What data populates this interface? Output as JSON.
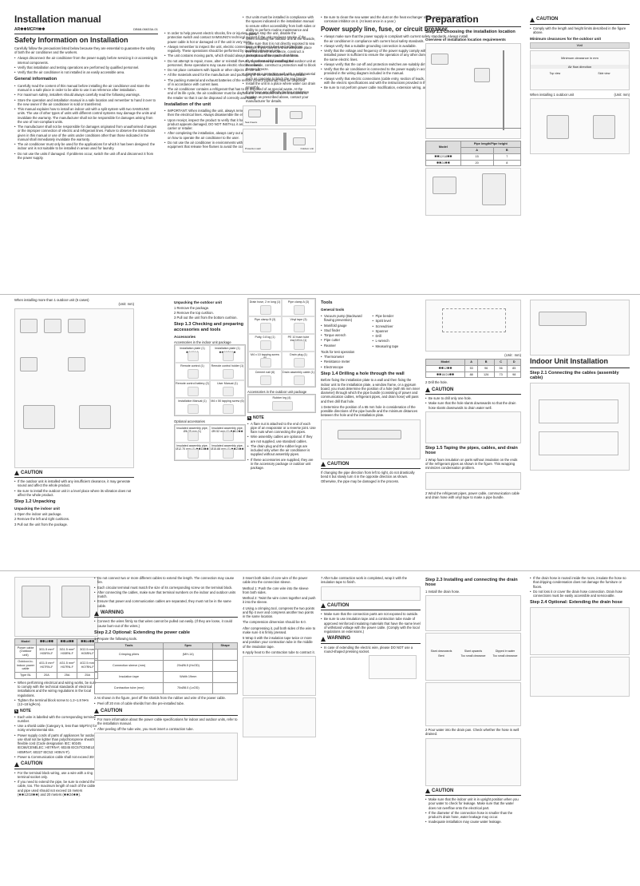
{
  "header": {
    "title": "Installation manual",
    "model": "AR✱✱MCFH✱✱",
    "code": "DB68-06633A-01"
  },
  "safety": {
    "title": "Safety Information on Installation",
    "intro": "Carefully follow the precautions listed below because they are essential to guarantee the safety of both the air conditioner and the workers.",
    "bullets": [
      "Always disconnect the air conditioner from the power supply before servicing it or accessing its internal components.",
      "Verify that installation and testing operations are performed by qualified personnel.",
      "Verify that the air conditioner is not installed in an easily accessible area."
    ],
    "general_title": "General information",
    "general": [
      "Carefully read the content of this manual before installing the air conditioner and store the manual in a safe place in order to be able to use it as reference after installation.",
      "For maximum safety, installers should always carefully read the following warnings.",
      "Store the operation and installation manual in a safe location and remember to hand it over to the new owner if the air conditioner is sold or transferred.",
      "This manual explains how to install an indoor unit with a split system with two SAMSUNG units. The use of other types of units with different control systems may damage the units and invalidate the warranty. The manufacturer shall not be responsible for damages arising from the use of non-compliant units.",
      "The manufacturer shall not be responsible for damages originated from unauthorised changes or the improper connection of electric and refrigerant lines. Failure to observe the instructions given in this manual or use of the units under conditions other than those indicated in the manual shall immediately invalidate the warranty.",
      "The air conditioner must only be used for the applications for which it has been designed: the indoor unit is not suitable to be installed in areas used for laundry.",
      "Do not use the units if damaged. If problems occur, switch the unit off and disconnect it from the power supply."
    ],
    "col2": [
      "In order to help prevent electric shocks, fire or injuries, always stop the unit, disable the protection switch and contact SAMSUNG's technical support if the unit produces smoke, if the power cable is hot or damaged or if the unit is very noisy.",
      "Always remember to inspect the unit, electric connections, refrigerant tubes and protections regularly. These operations should be performed by qualified personnel only.",
      "The unit contains moving parts, which should always be kept out of the reach of children.",
      "Do not attempt to repair, move, alter or reinstall the unit. If performed by unauthorized personnel, these operations may cause electric shocks or fires.",
      "Do not place containers with liquids or other objects on the unit.",
      "All the materials used for the manufacture and packaging of the air conditioner are recyclable.",
      "The packing material and exhaust batteries of the remote control (optional) must be disposed of in accordance with current laws.",
      "The air conditioner contains a refrigerant that has to be disposed of as special waste. At the end of its life cycle, the air conditioner must be disposed of in authorized centers or returned to the retailer so that it can be disposed of correctly and safely."
    ],
    "install_title": "Installation of the unit",
    "install": [
      "IMPORTANT: When installing the unit, always remember to connect first the refrigerant tubes, then the electrical lines. Always disassemble the electric lines before the refrigerant tubes.",
      "Upon receipt, inspect the product to verify that it has not been damaged during transport. If the product appears damaged, DO NOT INSTALL it and immediately report the damage to the carrier or retailer.",
      "After completing the installation, always carry out a functional test and provide the instructions on how to operate the air conditioner to the user.",
      "Do not use the air conditioner in environments with hazardous substances or close to equipment that release free flames to avoid the occurrence of fires, explosions or injuries."
    ],
    "col3": [
      "Our units must be installed in compliance with the spaces indicated in the installation manual to ensure either accessibility from both sides or ability to perform routine maintenance and repairs.",
      "When installing the outdoor unit at the seaside, make sure that it is not directly exposed to sea breeze. If you cannot find an adequate place free from direct sea breeze, construct a protection wall or a protective fence.",
      "If you cannot avoid installing the outdoor unit at the seaside, construct a protection wall to block the sea breeze.",
      "Construct a protection wall with a solid material such as concrete to block the sea breeze.",
      "Install the unit in a place where water can drain smoothly.",
      "If you have any difficulty finding installation location as prescribed above, contact your manufacturer for details."
    ],
    "col4_intro": "Be sure to clean the sea water and the dust on the heat exchanger of the outdoor unit and apply a corrosion inhibitor on it. (At least once in a year.)",
    "power_title": "Power supply line, fuse, or circuit breaker",
    "power": [
      "Always make sure that the power supply is compliant with current safety standards. Always install the air conditioner in compliance with current local safety standards.",
      "Always verify that a suitable grounding connection is available.",
      "Verify that the voltage and frequency of the power supply comply with the specifications and that the installed power is sufficient to ensure the operation of any other domestic appliance connected to the same electric lines.",
      "Always verify that the cut-off and protection switches are suitably dimensioned.",
      "Verify that the air conditioner is connected to the power supply in accordance with the instructions provided in the wiring diagram included in the manual.",
      "Always verify that electric connections (cable entry, section of leads, protections...) are compliant with the electric specifications and with the instructions provided in the wiring scheme.",
      "Be sure to not perform power cable modification, extension wiring, and multiple wire connection."
    ],
    "fig_labels": {
      "seabreeze": "Sea breeze",
      "protection": "Protection wall",
      "outdoor": "Outdoor unit"
    }
  },
  "prep": {
    "title": "Preparation",
    "step": "Step 1.1 Choosing the installation location",
    "overview": "Overview of installation location requirements",
    "caution_label": "CAUTION",
    "caution_text": "Comply with the length and height limits described in the figure above.",
    "min_clear": "Minimum clearances for the outdoor unit",
    "wall": "Wall",
    "min": "Minimum clearance in mm",
    "air": "Air flow direction",
    "top": "Top view",
    "side": "Side view",
    "when1": "When installing 1 outdoor unit",
    "unit_mm": "(Unit: mm)",
    "pipe_model": "Model",
    "pipe_len": "Pipe length/Pipe height",
    "pipe_rows": [
      [
        "✱✱12/18✱✱",
        "15",
        "7"
      ],
      [
        "✱✱24✱✱",
        "20",
        "8"
      ]
    ],
    "unit_m": "(Unit : m)"
  },
  "row2": {
    "when2": "When installing more than 1 outdoor unit (5 cases)",
    "unit_mm": "(Unit: mm)",
    "unpack_title": "Unpacking the outdoor unit",
    "unpack": [
      "1  Remove the package.",
      "2  Remove the top cushion.",
      "3  Pull out the unit from the bottom cushion."
    ],
    "step12c": "Step 1.3 Checking and preparing accessories and tools",
    "accessories": "Accessories",
    "acc_indoor": "Accessories in the indoor unit package",
    "acc_items": [
      "Installation plate (1) ✱✱12✱✱",
      "Installation plate (1) ✱✱18/24✱✱",
      "Remote control (1)",
      "Remote control holder (1)",
      "Remote control battery (2)",
      "User Manual (1)",
      "Installation Manual (1)",
      "M4 x 50 tapping screw (6)"
    ],
    "optional": "Optional accessories",
    "opt_items": [
      "Insulated assembly pipe, Ø6.35 mm (1)",
      "Insulated assembly pipe, Ø9.52 mm (1) ✱✱12✱✱",
      "Insulated assembly pipe, Ø12.70 mm (1) ✱✱18✱✱",
      "Insulated assembly pipe, Ø15.88 mm (1) ✱✱24✱✱"
    ],
    "col_acc2": [
      "Drain hose, 2 m long (1)",
      "Pipe clamp A (3)",
      "Pipe clamp B (3)",
      "Vinyl tape (3)",
      "Putty, 0.8 kg (1)",
      "PE 10 foam tube insulation (1)",
      "M4 x 10 tapping screw (6)",
      "Drain plug (1)",
      "Cement nail (6)",
      "Drain assembly cable (1)"
    ],
    "acc_outdoor": "Accessories in the outdoor unit package",
    "rubber_leg": "Rubber leg (4)",
    "note": "NOTE",
    "notes": [
      "A flare nut is attached to the end of each pipe of an evaporator or a reverse joint. Use flare nuts when connecting the pipes.",
      "Wire assembly cables are optional. If they are not supplied, use standard cables.",
      "The drain plug and the rubber legs are included only when the air conditioner is supplied without assembly pipes.",
      "If these accessories are supplied, they are in the accessory package or outdoor unit package."
    ],
    "caution_items": [
      "If the outdoor unit is installed with any insufficient clearance, it may generate sound and affect the whole product.",
      "Be sure to install the outdoor unit in a level place where its vibration does not affect the whole product."
    ],
    "step12": "Step 1.2 Unpacking",
    "unpack_indoor": "Unpacking the indoor unit",
    "unpack_indoor_list": [
      "1  Open the indoor unit package.",
      "2  Remove the left and right cushions.",
      "3  Pull out the unit from the package."
    ],
    "tools": "Tools",
    "general_tools": "General tools",
    "tools_a": [
      "Vacuum pump (Backward flowing prevention)",
      "Manifold gauge",
      "Stud finder",
      "Torque wrench",
      "Pipe cutter",
      "Reamer"
    ],
    "tools_b": [
      "Pipe bender",
      "Spirit level",
      "Screwdriver",
      "Spanner",
      "Drill",
      "L-wrench",
      "Measuring tape"
    ],
    "tools_test": "Tools for test operation",
    "tools_test_list": [
      "Thermometer",
      "Resistance meter",
      "Electroscope"
    ],
    "step14": "Step 1.4 Drilling a hole through the wall",
    "step14_text": "Before fixing the installation plate to a wall and then fixing the indoor unit to the installation plate, a window frame, or a gypsum board, you must determine the position of a hole (with 65 mm inner diameter) through which the pipe bundle (consisting of power and communication cables, refrigerant pipes, and drain hose) will pass and then drill that hole.",
    "step14_1": "1  Determine the position of a 65 mm hole in consideration of the possible directions of the pipe bundle and the minimum distances between the hole and the installation plate.",
    "step14_2": "2  Drill the hole.",
    "step14_c": [
      "Be sure to drill only one hole.",
      "Make sure that the hole slants downwards so that the drain hose slants downwards to drain water well."
    ],
    "step15": "Step 1.5 Taping the pipes, cables, and drain hose",
    "step15_1": "1  Wrap foam insulation on parts without insulation on the ends of the refrigerant pipes as shown in the figure. This wrapping minimizes condensation problem.",
    "step15_2": "2  Wind the refrigerant pipes, power cable, communication cable and drain hose with vinyl tape to make a pipe bundle.",
    "dir_caution": "If changing the pipe direction from left to right, do not drastically bend it but slowly turn it in the opposite direction as shown. Otherwise, the pipe may be damaged in the process.",
    "indoor_title": "Indoor Unit Installation",
    "step21": "Step 2.1 Connecting the cables (assembly cable)",
    "mm_rows": [
      [
        "Model",
        "A",
        "B",
        "C",
        "D"
      ],
      [
        "✱✱12✱✱",
        "53",
        "96",
        "56",
        "85"
      ],
      [
        "✱✱18/24✱✱",
        "88",
        "126",
        "73",
        "98"
      ]
    ],
    "unit_mm2": "(Unit : mm)"
  },
  "row3": {
    "wiring_models": [
      [
        "Model",
        "✱✱12✱✱",
        "✱✱18✱✱",
        "✱✱24✱✱"
      ],
      [
        "Power cable (Outdoor unit)",
        "3G1.5 mm² H05RN-F",
        "3G1.5 mm² H05RN-F",
        "3G2.5 mm² H05RN-F"
      ],
      [
        "Outdoor-to-indoor power cable",
        "4G1.5 mm² H07RN-F",
        "4G1.5 mm² H07RN-F",
        "4G2.5 mm² H07RN-F"
      ],
      [
        "Type BL",
        "20A",
        "25A",
        "25A"
      ]
    ],
    "wiring_notes": [
      "When performing electrical and wiring works, be sure to comply with the technical standards of electrical installations and the wiring regulations in the local regulations.",
      "Tighten the terminal block screw to 1.2~1.8 N•m (12~18 kgf•cm)."
    ],
    "note": "NOTE",
    "note_items": [
      "Each wire is labelled with the corresponding terminal number.",
      "Use a shield cable (Category 5, less than 50pF/m) for noisy environmental site.",
      "Power supply cords of parts of appliances for outdoor use shall not be lighter than polychloroprene sheathed flexible cord (Code designation IEC: 60245 IEC66/CENELEC: H07RN-F, 60245 IEC57/CENELEC: H05RN-F, 60227 IEC53: H05VV-F).",
      "Power & Communication cable shall not exceed 30m."
    ],
    "caution": "CAUTION",
    "caution_items": [
      "For the terminal block wiring, use a wire with a ring terminal socket only.",
      "If you need to extend the pipe, be sure to extend the cable, too. The maximum length of each of the cable and pipe used should not exceed 15 meters (✱✱12/18✱✱) and 20 meters (✱✱24✱✱)."
    ],
    "col2": [
      "Do not connect two or more different cables to extend the length. The connection may cause fire.",
      "Each circular terminal must match the size of its corresponding screw on the terminal block.",
      "After connecting the cables, make sure that terminal numbers on the indoor and outdoor units match.",
      "Ensure that power and communication cables are separated, they must not be in the same cable."
    ],
    "warning": "WARNING",
    "warning_items": [
      "Connect the wires firmly so that wires cannot be pulled out easily. (If they are loose, it could cause burn-out of the wires.)"
    ],
    "step22": "Step 2.2 Optional: Extending the power cable",
    "step22_1": "1  Prepare the following tools.",
    "tools_hdr": [
      "Tools",
      "Spec",
      "Shape"
    ],
    "tools_rows": [
      [
        "Crimping pliers",
        "(MH-14)"
      ],
      [
        "Connection sleeve (mm)",
        "20xØ6.5 (HxOD)"
      ],
      [
        "Insulation tape",
        "Width 19mm"
      ],
      [
        "Contraction tube (mm)",
        "70xØ8.0 (LxOD)"
      ]
    ],
    "step22_2": "2  As shown in the figure, peel off the shields from the rubber and wire of the power cable.",
    "step22_2b": "Peel off 20 mm of cable shields from the pre-installed tube.",
    "caution2": [
      "For more information about the power cable specifications for indoor and outdoor units, refer to the installation manual.",
      "After peeling off the tube wire, you must insert a contraction tube."
    ],
    "col3": [
      "3  Insert both sides of core wire of the power cable into the connection sleeve.",
      "Method 1: Push the core wire into the sleeve from both sides.",
      "Method 2: Twist the wire cores together and push it into the sleeve.",
      "4  Using a crimping tool, compress the two points and flip it over and compress another two points in the same location.",
      "The compression dimension should be 8.0.",
      "After compressing it, pull both sides of the wire to make sure it is firmly pressed.",
      "5  Wrap it with the insulation tape twice or more and position your contraction tube in the middle of the insulation tape.",
      "6  Apply heat to the contraction tube to contract it."
    ],
    "col4": [
      "7  After tube contraction work is completed, wrap it with the insulation tape to finish."
    ],
    "col4_caution": [
      "Make sure that the connection parts are not exposed to outside.",
      "Be sure to use insulation tape and a contraction tube made of approved reinforced insulating materials that have the same level of withstand voltage with the power cable. (Comply with the local regulations on extensions.)"
    ],
    "col4_warning": [
      "In case of extending the electric wire, please DO NOT use a round-shaped pressing socket."
    ],
    "step23": "Step 2.3 Installing and connecting the drain hose",
    "step23_1": "1  Install the drain hose.",
    "drain_labels": [
      "Slant downwards",
      "Slant upwards",
      "Dipped in water",
      "Bent",
      "Too small clearance",
      "Too small clearance"
    ],
    "step23_2": "2  Pour water into the drain pan. Check whether the hose is well drained.",
    "col5_caution": [
      "Make sure that the indoor unit is in upright position when you pour water to check for leakage. Make sure that the water does not overflow onto the electrical part.",
      "If the diameter of the connection hose is smaller than the product's drain hose, water leakage may occur.",
      "Inadequate installation may cause water leakage."
    ],
    "col6": [
      "If the drain hose is routed inside the room, insulate the hose so that dripping condensation does not damage the furniture or floors.",
      "Do not loss it or cover the drain hose connection. Drain hose connections must be easily accessible and serviceable."
    ],
    "step24": "Step 2.4 Optional: Extending the drain hose"
  }
}
